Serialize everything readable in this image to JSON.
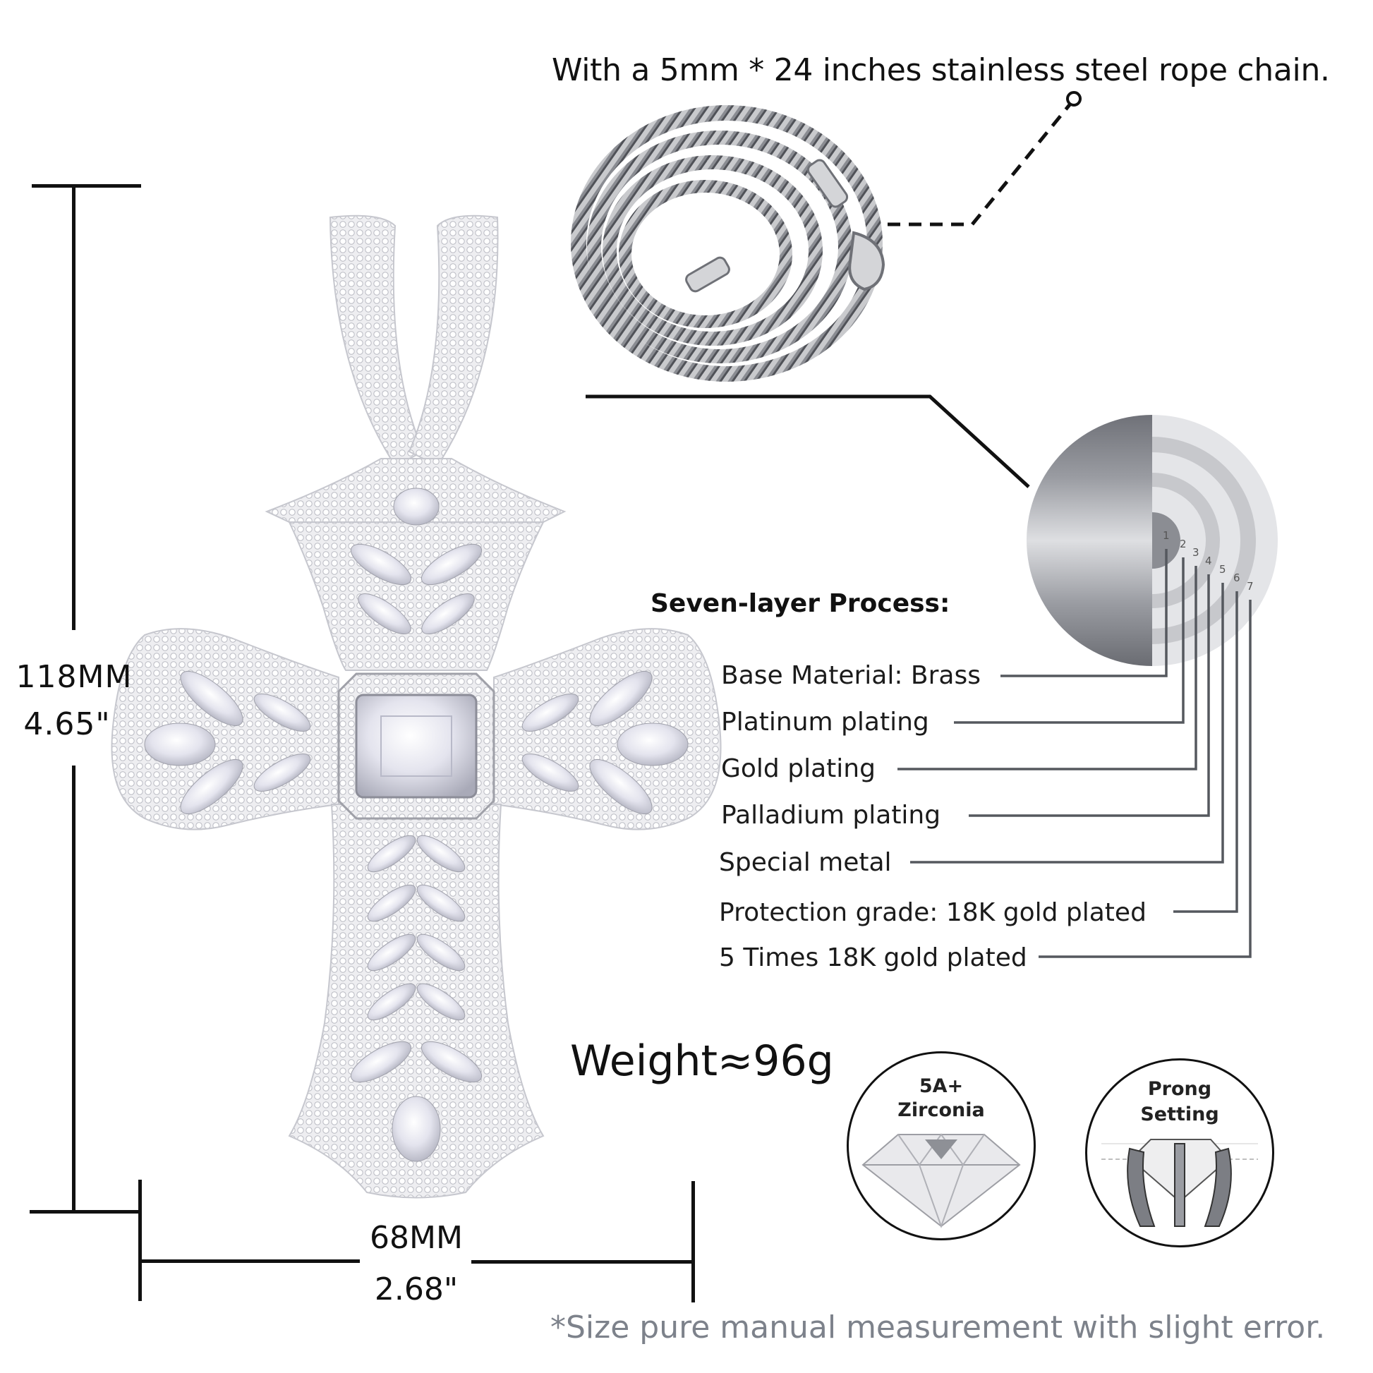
{
  "header": {
    "chain_description": "With a 5mm * 24 inches stainless steel rope chain."
  },
  "dimensions": {
    "height_mm": "118MM",
    "height_in": "4.65\"",
    "width_mm": "68MM",
    "width_in": "2.68\""
  },
  "process": {
    "title": "Seven-layer Process:",
    "disk_numbers": [
      "1",
      "2",
      "3",
      "4",
      "5",
      "6",
      "7"
    ],
    "layers": [
      {
        "index": 1,
        "label": "Base Material: Brass"
      },
      {
        "index": 2,
        "label": "Platinum plating"
      },
      {
        "index": 3,
        "label": "Gold plating"
      },
      {
        "index": 4,
        "label": "Palladium plating"
      },
      {
        "index": 5,
        "label": "Special metal"
      },
      {
        "index": 6,
        "label": "Protection grade: 18K gold plated"
      },
      {
        "index": 7,
        "label": "5 Times 18K gold plated"
      }
    ]
  },
  "weight": {
    "label": "Weight≈96g"
  },
  "badges": [
    {
      "line1": "5A+",
      "line2": "Zirconia",
      "icon": "diamond-icon"
    },
    {
      "line1": "Prong",
      "line2": "Setting",
      "icon": "prong-setting-icon"
    }
  ],
  "footer": {
    "note": "*Size pure manual measurement with slight error."
  },
  "colors": {
    "background": "#ffffff",
    "text": "#111111",
    "footer_text": "#7d828b",
    "leader_line": "#55585e",
    "disk_dark": "#7a7c82",
    "disk_light": "#dcdde0"
  }
}
